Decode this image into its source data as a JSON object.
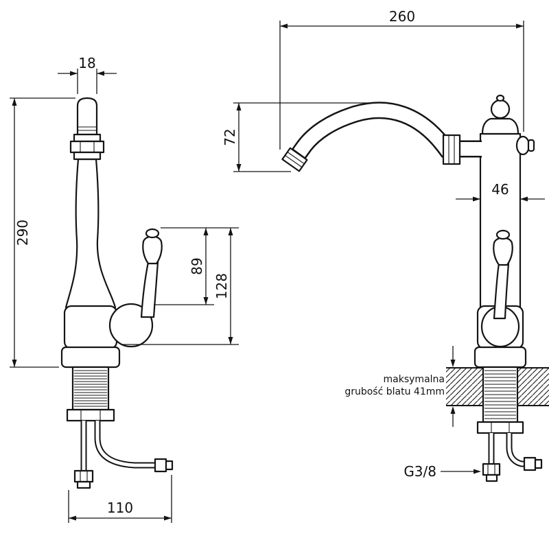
{
  "page": {
    "background": "#ffffff",
    "line_color": "#141414"
  },
  "front_view": {
    "dims": {
      "spout_tip_width": "18",
      "total_height": "290",
      "handle_height": "89",
      "handle_overall_height": "128",
      "base_depth": "110"
    }
  },
  "side_view": {
    "dims": {
      "spout_reach": "260",
      "spout_drop": "72",
      "body_width": "46"
    },
    "countertop_note": {
      "line1": "maksymalna",
      "line2": "grubość blatu 41mm"
    },
    "thread_label": "G3/8"
  }
}
